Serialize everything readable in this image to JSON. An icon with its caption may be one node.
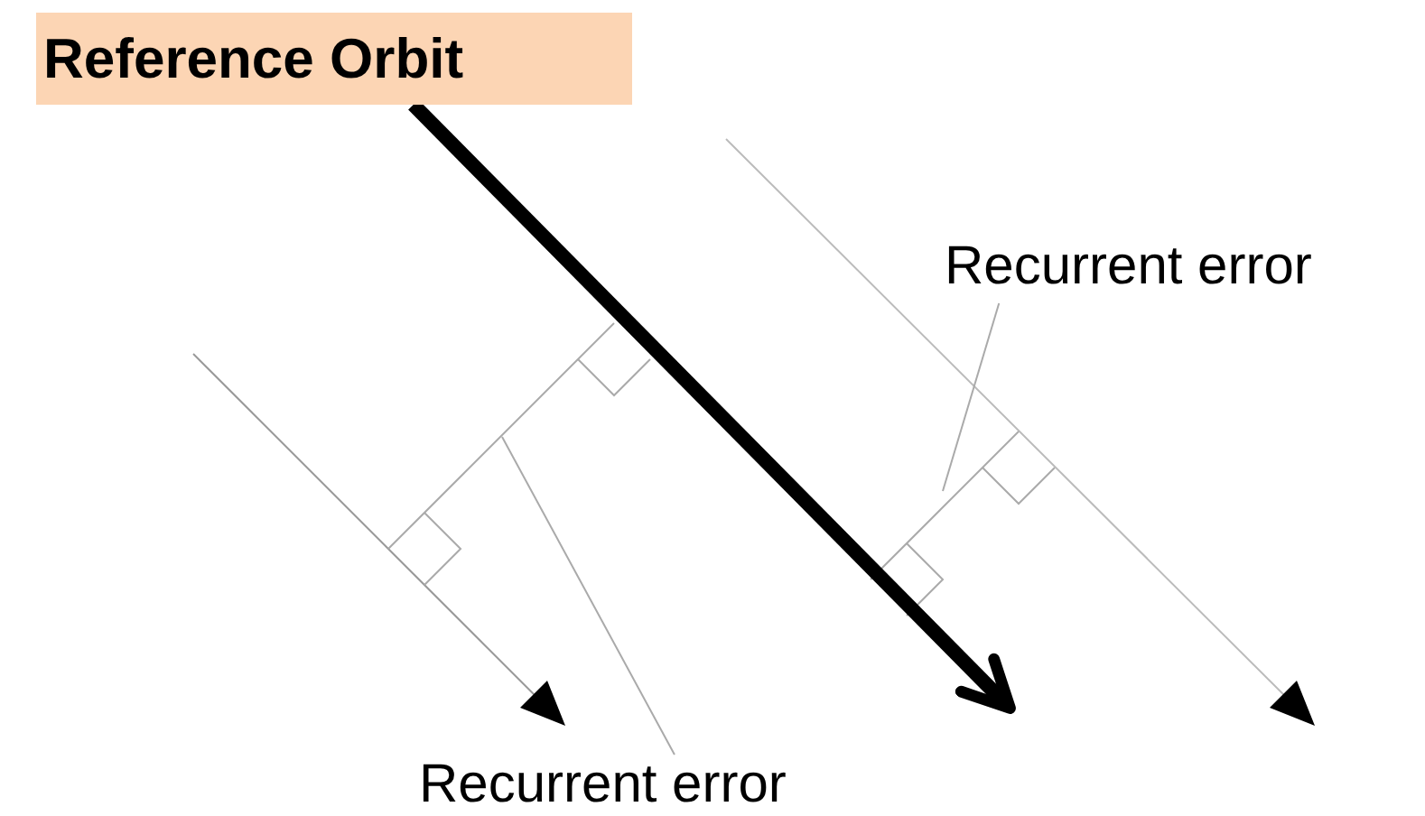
{
  "diagram": {
    "nodes": [
      {
        "text": [
          "Reference Orbit"
        ]
      },
      {
        "text": [
          "Recurrent error"
        ]
      },
      {
        "text": [
          "Recurrent error"
        ]
      }
    ],
    "edges": [
      {
        "from": 0,
        "to": null,
        "arrow": "to",
        "style": "thick",
        "color": "#000000"
      },
      {
        "from": 1,
        "to": null,
        "arrow": "none"
      },
      {
        "from": 2,
        "to": null,
        "arrow": "none"
      }
    ]
  }
}
